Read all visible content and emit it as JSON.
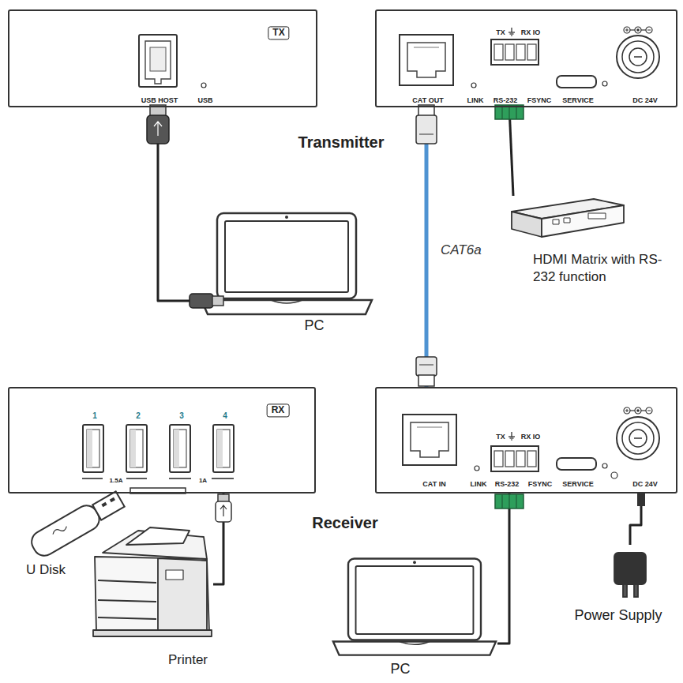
{
  "diagram": {
    "nodes": [
      {
        "text": [
          "TX",
          "USB HOST",
          "USB"
        ]
      },
      {
        "text": [
          "CAT OUT",
          "LINK",
          "TX",
          "RX IO",
          "RS-232",
          "FSYNC",
          "SERVICE",
          "DC 24V"
        ]
      },
      {
        "text": [
          "PC"
        ]
      },
      {
        "text": [
          "HDMI Matrix with RS-232 function"
        ]
      },
      {
        "text": [
          "RX",
          "1",
          "2",
          "3",
          "4",
          "1.5A",
          "1A"
        ]
      },
      {
        "text": [
          "CAT IN",
          "LINK",
          "TX",
          "RX IO",
          "RS-232",
          "FSYNC",
          "SERVICE",
          "DC 24V"
        ]
      },
      {
        "text": [
          "U Disk"
        ]
      },
      {
        "text": [
          "Printer"
        ]
      },
      {
        "text": [
          "PC"
        ]
      },
      {
        "text": [
          "Power Supply"
        ]
      }
    ],
    "edges": [
      {
        "from": 0,
        "to": 2,
        "arrow": "none"
      },
      {
        "from": 1,
        "to": 3,
        "arrow": "none"
      },
      {
        "from": 1,
        "to": 5,
        "label": "CAT6a",
        "arrow": "none"
      },
      {
        "from": 4,
        "to": 7,
        "arrow": "none"
      },
      {
        "from": 5,
        "to": 8,
        "arrow": "none"
      },
      {
        "from": 5,
        "to": 9,
        "arrow": "none"
      }
    ],
    "labels": [
      "Transmitter",
      "Receiver"
    ]
  }
}
